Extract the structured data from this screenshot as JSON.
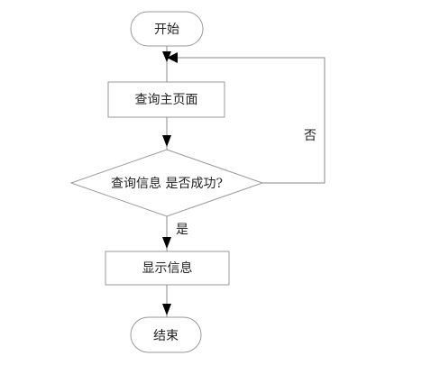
{
  "flowchart": {
    "start": "开始",
    "query_home": "查询主页面",
    "decision": "查询信息 是否成功?",
    "show_info": "显示信息",
    "end": "结束",
    "edge_yes": "是",
    "edge_no": "否"
  }
}
